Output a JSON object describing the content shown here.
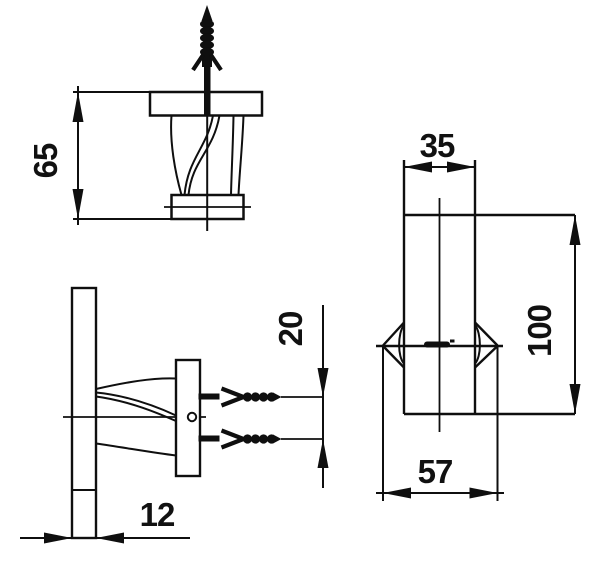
{
  "dimensions": {
    "bracket_height": "65",
    "post_width": "35",
    "overall_height": "100",
    "screw_spacing": "20",
    "plate_width": "57",
    "wall_bar_thickness": "12"
  },
  "colors": {
    "line": "#0f0f0f",
    "background": "#ffffff"
  }
}
